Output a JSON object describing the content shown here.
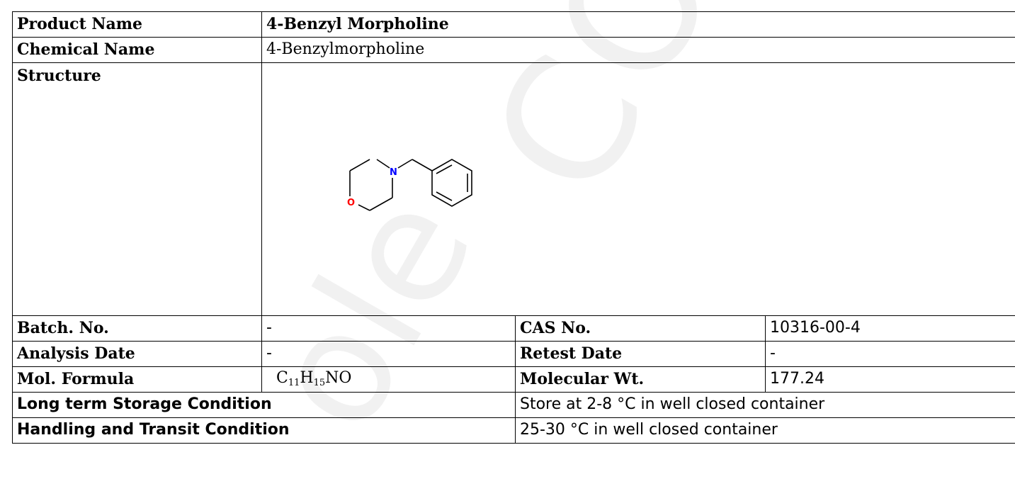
{
  "labels": {
    "product_name": "Product Name",
    "chemical_name": "Chemical Name",
    "structure": "Structure",
    "batch_no": "Batch. No.",
    "cas_no": "CAS No.",
    "analysis_date": "Analysis Date",
    "retest_date": "Retest Date",
    "mol_formula": "Mol. Formula",
    "molecular_wt": "Molecular Wt.",
    "long_term_storage": "Long term Storage Condition",
    "handling_transit": "Handling and Transit Condition"
  },
  "values": {
    "product_name": "4-Benzyl Morpholine",
    "chemical_name": "4-Benzylmorpholine",
    "batch_no": "-",
    "cas_no": "10316-00-4",
    "analysis_date": "-",
    "retest_date": "-",
    "formula": {
      "c": "C",
      "c_count": "11",
      "h": "H",
      "h_count": "15",
      "rest": "NO"
    },
    "molecular_wt": "177.24",
    "long_term_storage": "Store at 2-8 °C in well closed container",
    "handling_transit": "25-30 °C in well closed container"
  },
  "structure_atoms": {
    "nitrogen": "N",
    "oxygen": "O"
  },
  "colors": {
    "nitrogen": "#0000ff",
    "oxygen": "#ff0000",
    "bond": "#000000",
    "watermark": "#000000"
  }
}
